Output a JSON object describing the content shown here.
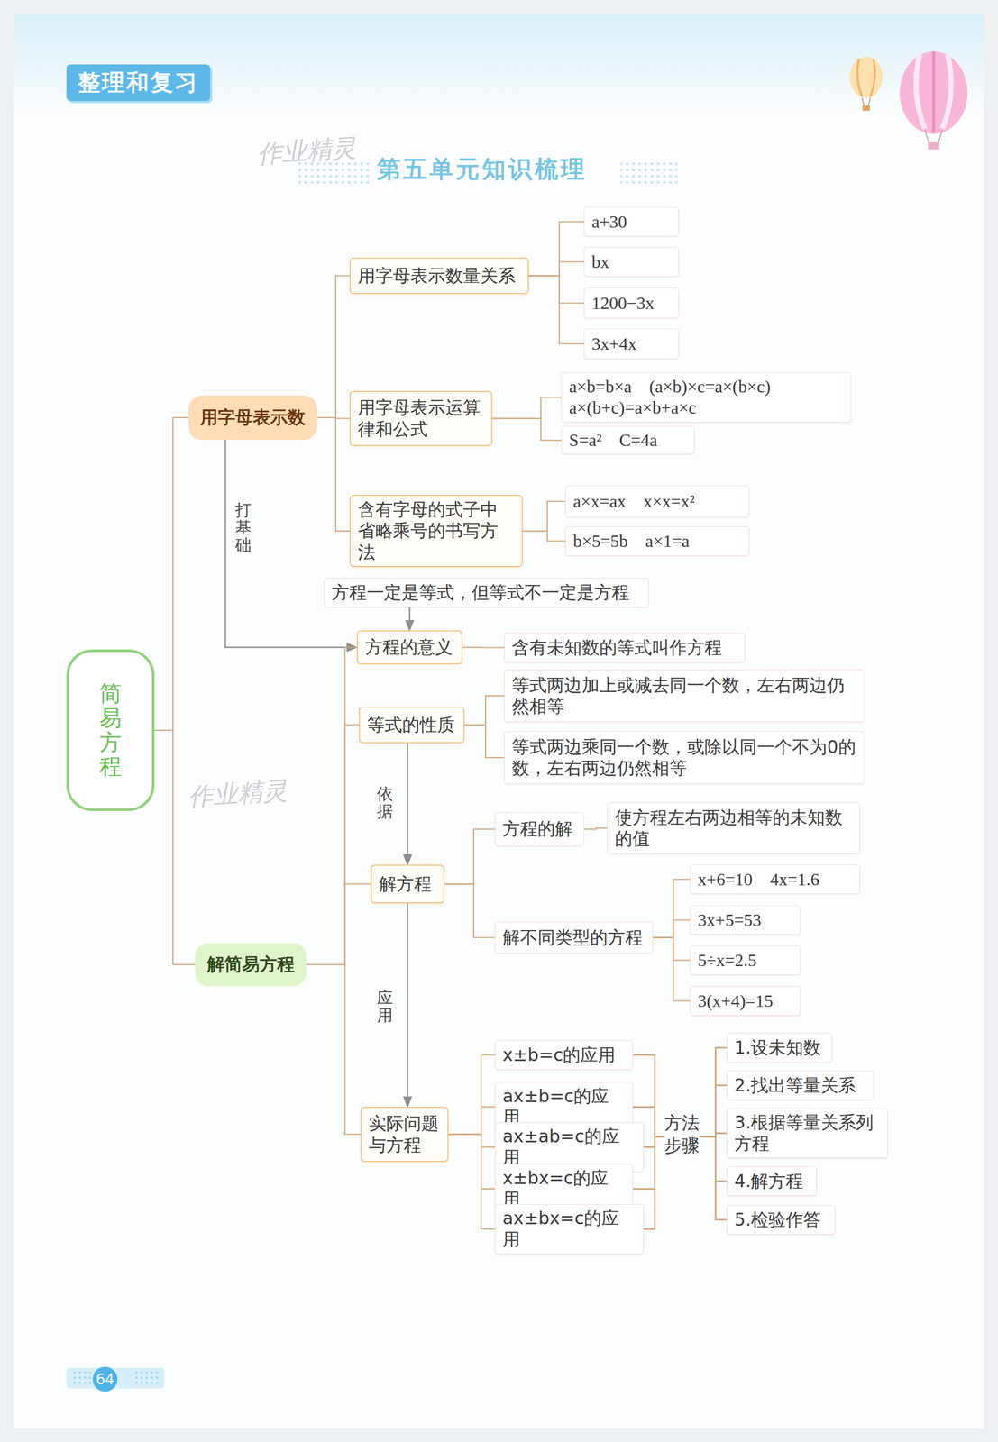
{
  "diagram": {
    "title": "第五单元知识梳理",
    "nodes": [
      {
        "text": [
          "简易方程"
        ]
      },
      {
        "text": [
          "用字母表示数"
        ]
      },
      {
        "text": [
          "用字母表示数量关系"
        ]
      },
      {
        "text": [
          "a+30"
        ]
      },
      {
        "text": [
          "bx"
        ]
      },
      {
        "text": [
          "1200−3x"
        ]
      },
      {
        "text": [
          "3x+4x"
        ]
      },
      {
        "text": [
          "用字母表示运算律和公式"
        ]
      },
      {
        "text": [
          "a×b=b×a",
          "(a×b)×c=a×(b×c)",
          "a×(b+c)=a×b+a×c"
        ]
      },
      {
        "text": [
          "S=a²",
          "C=4a"
        ]
      },
      {
        "text": [
          "含有字母的式子中省略乘号的书写方法"
        ]
      },
      {
        "text": [
          "a×x=ax",
          "x×x=x²"
        ]
      },
      {
        "text": [
          "b×5=5b",
          "a×1=a"
        ]
      },
      {
        "text": [
          "方程一定是等式，但等式不一定是方程"
        ]
      },
      {
        "text": [
          "方程的意义"
        ]
      },
      {
        "text": [
          "含有未知数的等式叫作方程"
        ]
      },
      {
        "text": [
          "等式的性质"
        ]
      },
      {
        "text": [
          "等式两边加上或减去同一个数，左右两边仍然相等"
        ]
      },
      {
        "text": [
          "等式两边乘同一个数，或除以同一个不为0的数，左右两边仍然相等"
        ]
      },
      {
        "text": [
          "解简易方程"
        ]
      },
      {
        "text": [
          "解方程"
        ]
      },
      {
        "text": [
          "方程的解"
        ]
      },
      {
        "text": [
          "使方程左右两边相等的未知数的值"
        ]
      },
      {
        "text": [
          "解不同类型的方程"
        ]
      },
      {
        "text": [
          "x+6=10",
          "4x=1.6"
        ]
      },
      {
        "text": [
          "3x+5=53"
        ]
      },
      {
        "text": [
          "5÷x=2.5"
        ]
      },
      {
        "text": [
          "3(x+4)=15"
        ]
      },
      {
        "text": [
          "实际问题与方程"
        ]
      },
      {
        "text": [
          "x±b=c的应用"
        ]
      },
      {
        "text": [
          "ax±b=c的应用"
        ]
      },
      {
        "text": [
          "ax±ab=c的应用"
        ]
      },
      {
        "text": [
          "x±bx=c的应用"
        ]
      },
      {
        "text": [
          "ax±bx=c的应用"
        ]
      },
      {
        "text": [
          "1.设未知数"
        ]
      },
      {
        "text": [
          "2.找出等量关系"
        ]
      },
      {
        "text": [
          "3.根据等量关系列方程"
        ]
      },
      {
        "text": [
          "4.解方程"
        ]
      },
      {
        "text": [
          "5.检验作答"
        ]
      }
    ],
    "edges": [
      {
        "from": 0,
        "to": 1,
        "arrow": "none"
      },
      {
        "from": 0,
        "to": 19,
        "arrow": "none"
      },
      {
        "from": 1,
        "to": 2,
        "arrow": "none"
      },
      {
        "from": 1,
        "to": 7,
        "arrow": "none"
      },
      {
        "from": 1,
        "to": 10,
        "arrow": "none"
      },
      {
        "from": 2,
        "to": 3,
        "arrow": "none"
      },
      {
        "from": 2,
        "to": 4,
        "arrow": "none"
      },
      {
        "from": 2,
        "to": 5,
        "arrow": "none"
      },
      {
        "from": 2,
        "to": 6,
        "arrow": "none"
      },
      {
        "from": 7,
        "to": 8,
        "arrow": "none"
      },
      {
        "from": 7,
        "to": 9,
        "arrow": "none"
      },
      {
        "from": 10,
        "to": 11,
        "arrow": "none"
      },
      {
        "from": 10,
        "to": 12,
        "arrow": "none"
      },
      {
        "from": 1,
        "to": 14,
        "label": "打基础",
        "arrow": "to"
      },
      {
        "from": 13,
        "to": 14,
        "arrow": "to"
      },
      {
        "from": 19,
        "to": 14,
        "arrow": "none"
      },
      {
        "from": 19,
        "to": 16,
        "arrow": "none"
      },
      {
        "from": 19,
        "to": 20,
        "arrow": "none"
      },
      {
        "from": 19,
        "to": 28,
        "arrow": "none"
      },
      {
        "from": 14,
        "to": 15,
        "arrow": "none"
      },
      {
        "from": 16,
        "to": 17,
        "arrow": "none"
      },
      {
        "from": 16,
        "to": 18,
        "arrow": "none"
      },
      {
        "from": 16,
        "to": 20,
        "label": "依据",
        "arrow": "to"
      },
      {
        "from": 20,
        "to": 21,
        "arrow": "none"
      },
      {
        "from": 20,
        "to": 23,
        "arrow": "none"
      },
      {
        "from": 21,
        "to": 22,
        "arrow": "none"
      },
      {
        "from": 20,
        "to": 28,
        "label": "应用",
        "arrow": "to"
      },
      {
        "from": 23,
        "to": 24,
        "arrow": "none"
      },
      {
        "from": 23,
        "to": 25,
        "arrow": "none"
      },
      {
        "from": 23,
        "to": 26,
        "arrow": "none"
      },
      {
        "from": 23,
        "to": 27,
        "arrow": "none"
      },
      {
        "from": 28,
        "to": 29,
        "arrow": "none"
      },
      {
        "from": 28,
        "to": 30,
        "arrow": "none"
      },
      {
        "from": 28,
        "to": 31,
        "arrow": "none"
      },
      {
        "from": 28,
        "to": 32,
        "arrow": "none"
      },
      {
        "from": 28,
        "to": 33,
        "arrow": "none"
      },
      {
        "from": 29,
        "to": 34,
        "arrow": "none"
      },
      {
        "from": 29,
        "to": 35,
        "arrow": "none"
      },
      {
        "from": 29,
        "to": 36,
        "arrow": "none"
      },
      {
        "from": 29,
        "to": 37,
        "arrow": "none"
      },
      {
        "from": 29,
        "to": 38,
        "arrow": "none"
      },
      {
        "from": 30,
        "to": 34,
        "arrow": "none"
      },
      {
        "from": 30,
        "to": 35,
        "arrow": "none"
      },
      {
        "from": 30,
        "to": 36,
        "arrow": "none"
      },
      {
        "from": 30,
        "to": 37,
        "arrow": "none"
      },
      {
        "from": 30,
        "to": 38,
        "arrow": "none"
      },
      {
        "from": 31,
        "to": 34,
        "arrow": "none"
      },
      {
        "from": 31,
        "to": 35,
        "arrow": "none"
      },
      {
        "from": 31,
        "to": 36,
        "arrow": "none"
      },
      {
        "from": 31,
        "to": 37,
        "arrow": "none"
      },
      {
        "from": 31,
        "to": 38,
        "arrow": "none"
      },
      {
        "from": 32,
        "to": 34,
        "arrow": "none"
      },
      {
        "from": 32,
        "to": 35,
        "arrow": "none"
      },
      {
        "from": 32,
        "to": 36,
        "arrow": "none"
      },
      {
        "from": 32,
        "to": 37,
        "arrow": "none"
      },
      {
        "from": 32,
        "to": 38,
        "arrow": "none"
      },
      {
        "from": 33,
        "to": 34,
        "arrow": "none"
      },
      {
        "from": 33,
        "to": 35,
        "arrow": "none"
      },
      {
        "from": 33,
        "to": 36,
        "arrow": "none"
      },
      {
        "from": 33,
        "to": 37,
        "arrow": "none"
      },
      {
        "from": 33,
        "to": 38,
        "arrow": "none"
      }
    ],
    "labels": [
      "整理和复习",
      "作业精灵",
      "作业精灵",
      "方法步骤",
      "64"
    ]
  }
}
